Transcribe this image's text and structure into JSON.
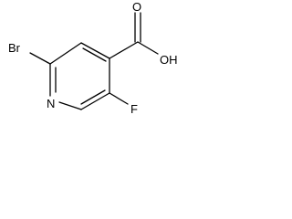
{
  "molecule": {
    "atom_labels": {
      "bromine": "Br",
      "nitrogen": "N",
      "fluorine": "F",
      "carbonyl_oxygen": "O",
      "hydroxyl": "OH"
    }
  },
  "colors": {
    "bond": "#000000",
    "label": "#000000",
    "background": "#ffffff"
  }
}
